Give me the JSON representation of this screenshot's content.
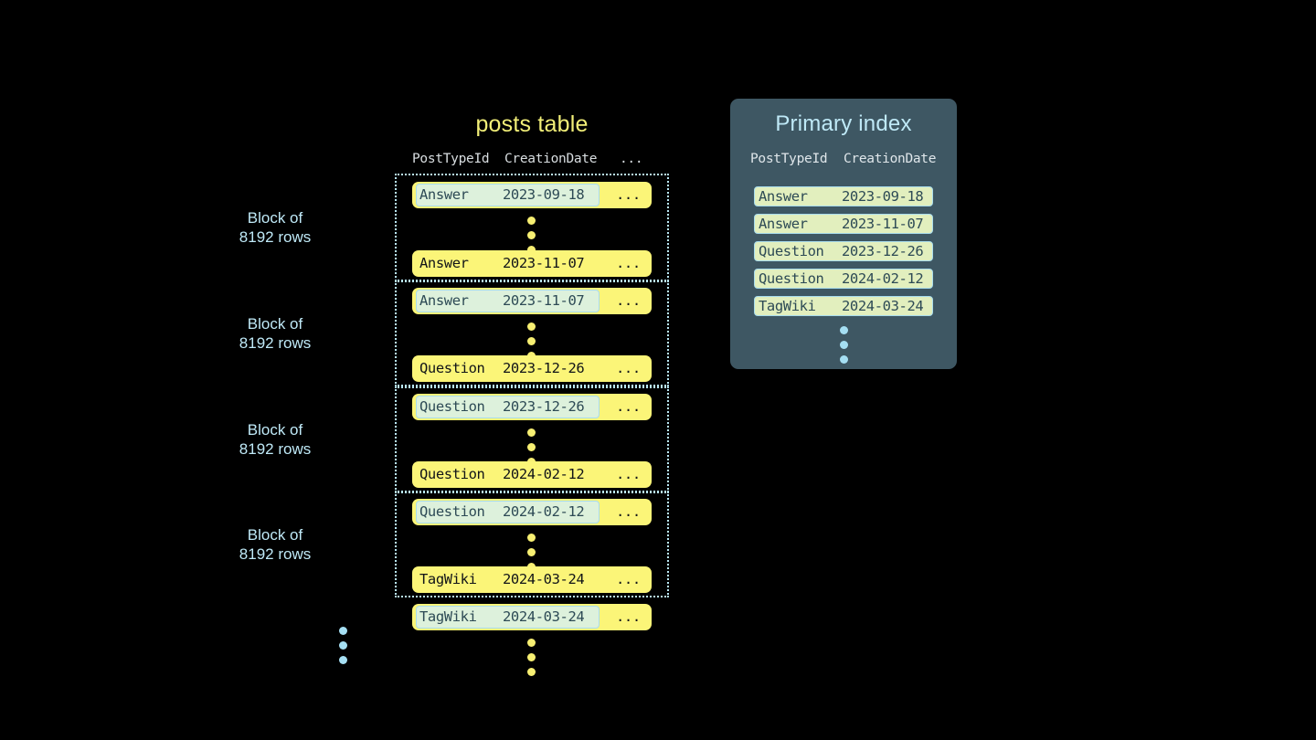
{
  "colors": {
    "background": "#000000",
    "row_yellow": "#fbf578",
    "highlight_mint": "#ddf1dc",
    "highlight_border": "#a8dced",
    "cyan_accent": "#bfe9f7",
    "panel_slate": "#3e5763",
    "index_pill": "#e2efbe",
    "title_yellow": "#f2ef78",
    "dark_text": "#111418",
    "highlight_text": "#2d4a55"
  },
  "posts_table": {
    "title": "posts table",
    "columns": {
      "post_type_id": "PostTypeId",
      "creation_date": "CreationDate",
      "more": "..."
    },
    "block_label": "Block of\n8192 rows",
    "block_label_line1": "Block of",
    "block_label_line2": "8192 rows",
    "blocks": [
      {
        "label_line1": "Block of",
        "label_line2": "8192 rows",
        "first_row": {
          "post_type_id": "Answer",
          "creation_date": "2023-09-18",
          "more": "...",
          "highlighted": true
        },
        "last_row": {
          "post_type_id": "Answer",
          "creation_date": "2023-11-07",
          "more": "...",
          "highlighted": false
        }
      },
      {
        "label_line1": "Block of",
        "label_line2": "8192 rows",
        "first_row": {
          "post_type_id": "Answer",
          "creation_date": "2023-11-07",
          "more": "...",
          "highlighted": true
        },
        "last_row": {
          "post_type_id": "Question",
          "creation_date": "2023-12-26",
          "more": "...",
          "highlighted": false
        }
      },
      {
        "label_line1": "Block of",
        "label_line2": "8192 rows",
        "first_row": {
          "post_type_id": "Question",
          "creation_date": "2023-12-26",
          "more": "...",
          "highlighted": true
        },
        "last_row": {
          "post_type_id": "Question",
          "creation_date": "2024-02-12",
          "more": "...",
          "highlighted": false
        }
      },
      {
        "label_line1": "Block of",
        "label_line2": "8192 rows",
        "first_row": {
          "post_type_id": "Question",
          "creation_date": "2024-02-12",
          "more": "...",
          "highlighted": true
        },
        "last_row": {
          "post_type_id": "TagWiki",
          "creation_date": "2024-03-24",
          "more": "...",
          "highlighted": false
        }
      }
    ],
    "trailing_row": {
      "post_type_id": "TagWiki",
      "creation_date": "2024-03-24",
      "more": "...",
      "highlighted": true
    }
  },
  "primary_index": {
    "title": "Primary index",
    "columns": {
      "post_type_id": "PostTypeId",
      "creation_date": "CreationDate"
    },
    "rows": [
      {
        "post_type_id": "Answer",
        "creation_date": "2023-09-18"
      },
      {
        "post_type_id": "Answer",
        "creation_date": "2023-11-07"
      },
      {
        "post_type_id": "Question",
        "creation_date": "2023-12-26"
      },
      {
        "post_type_id": "Question",
        "creation_date": "2024-02-12"
      },
      {
        "post_type_id": "TagWiki",
        "creation_date": "2024-03-24"
      }
    ]
  }
}
